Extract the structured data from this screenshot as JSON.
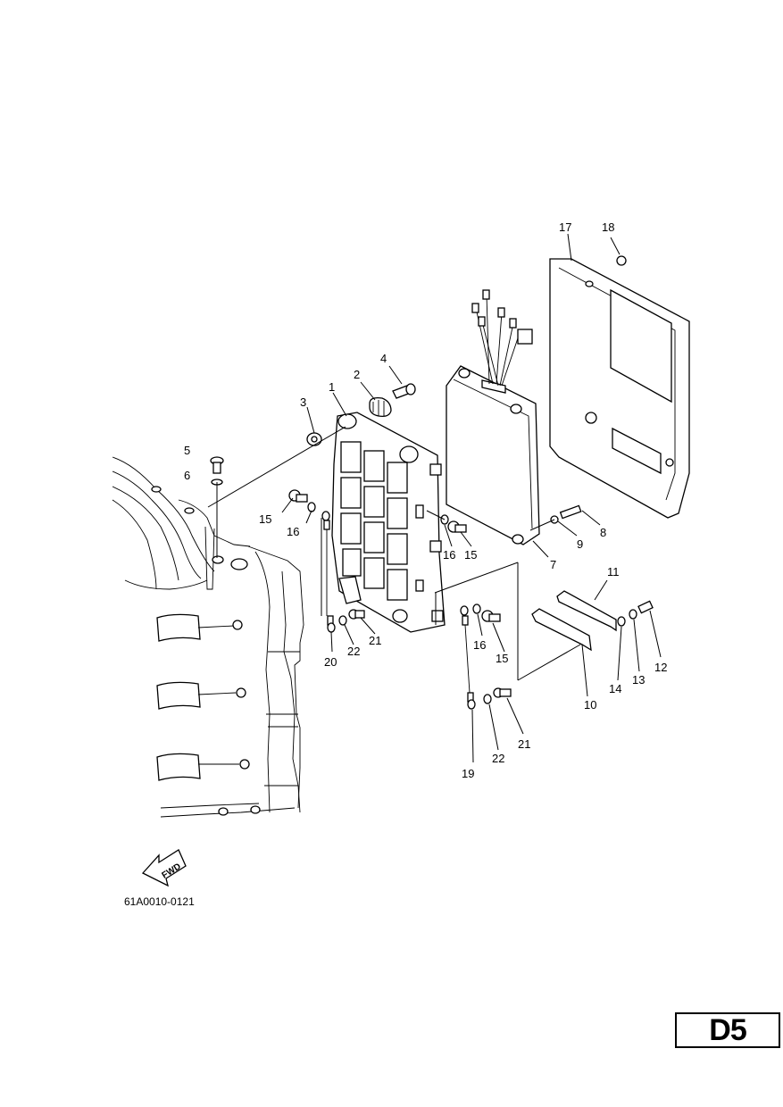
{
  "sheet": {
    "page_code": "D5",
    "drawing_code": "61A0010-0121",
    "direction_arrow_label": "FWD"
  },
  "callouts": {
    "c1": "1",
    "c2": "2",
    "c3": "3",
    "c4": "4",
    "c5": "5",
    "c6": "6",
    "c7": "7",
    "c8": "8",
    "c9": "9",
    "c10": "10",
    "c11": "11",
    "c12": "12",
    "c13": "13",
    "c14": "14",
    "c15a": "15",
    "c15b": "15",
    "c15c": "15",
    "c16a": "16",
    "c16b": "16",
    "c16c": "16",
    "c17": "17",
    "c18": "18",
    "c19": "19",
    "c20": "20",
    "c21a": "21",
    "c21b": "21",
    "c22a": "22",
    "c22b": "22"
  }
}
